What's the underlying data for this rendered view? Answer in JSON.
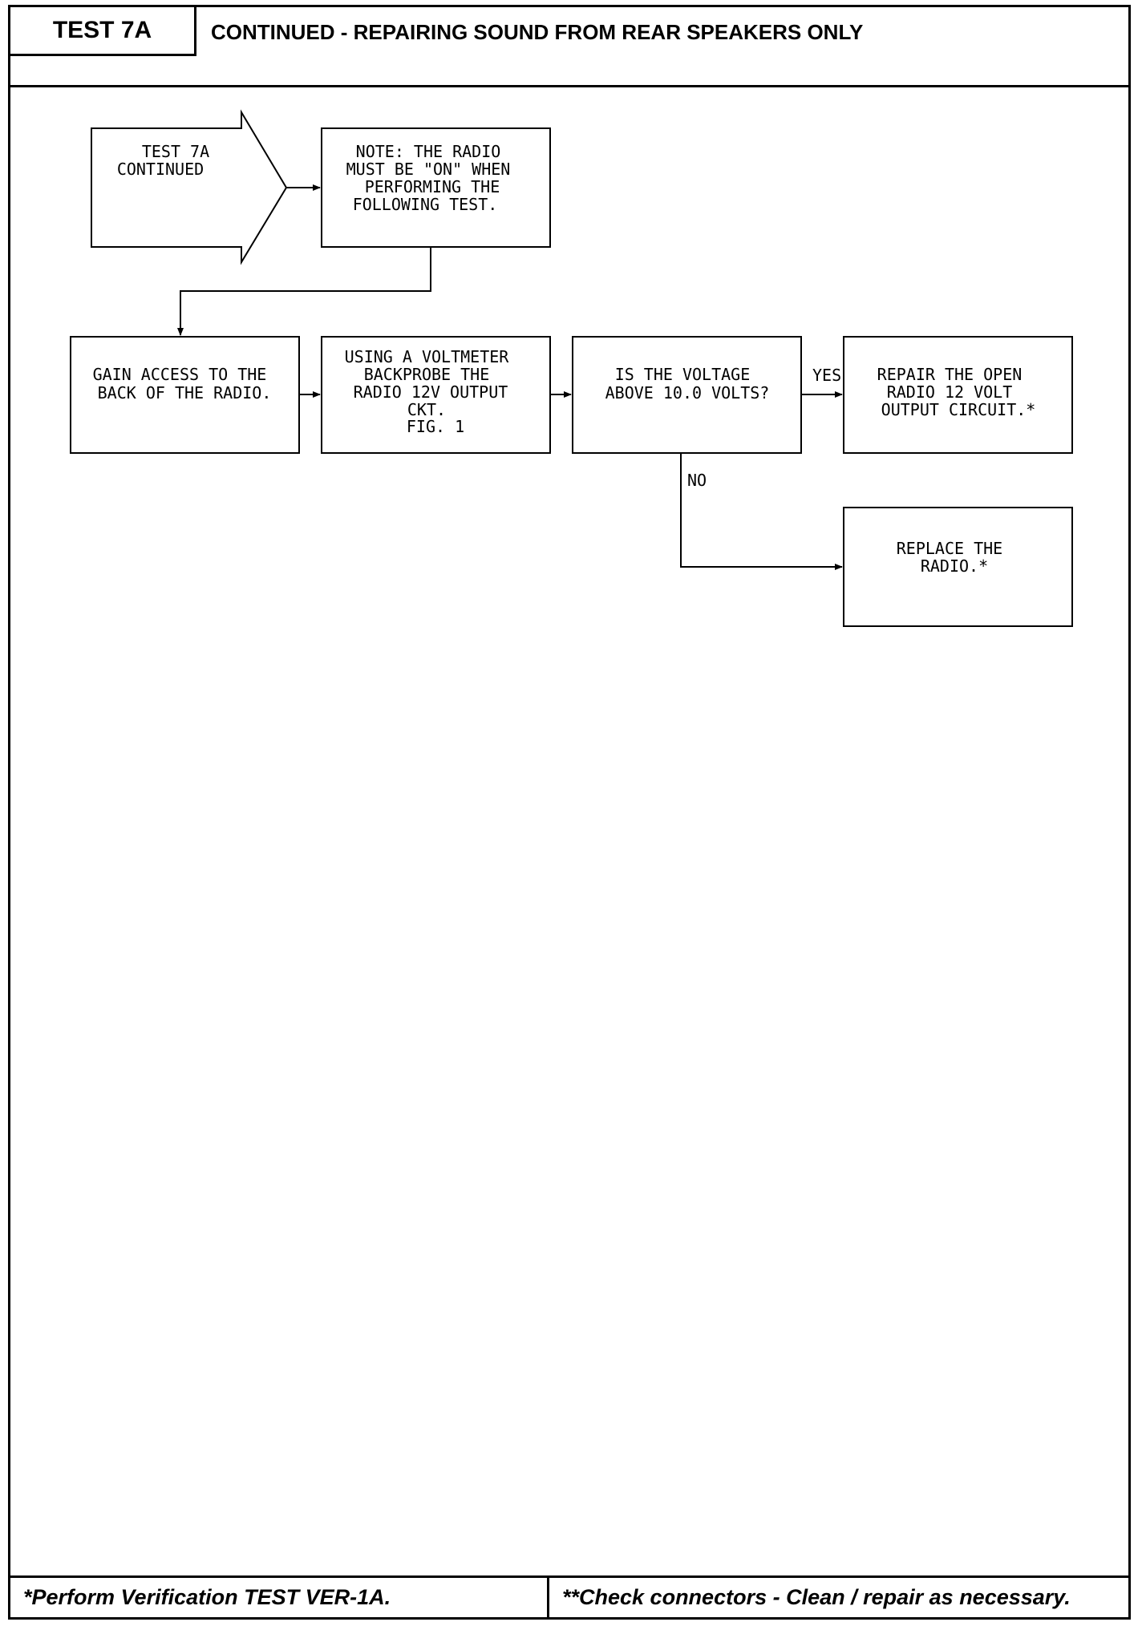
{
  "header": {
    "test_id": "TEST 7A",
    "title": "CONTINUED - REPAIRING SOUND FROM REAR SPEAKERS ONLY"
  },
  "flowchart": {
    "start": {
      "lines": [
        "TEST 7A",
        "CONTINUED"
      ]
    },
    "note": {
      "lines": [
        "NOTE: THE RADIO",
        "MUST BE \"ON\" WHEN",
        "PERFORMING THE",
        "FOLLOWING TEST."
      ]
    },
    "step_access": {
      "lines": [
        "GAIN ACCESS TO THE",
        "BACK OF THE RADIO."
      ]
    },
    "step_probe": {
      "lines": [
        "USING A VOLTMETER",
        "BACKPROBE THE",
        "RADIO 12V OUTPUT",
        "CKT.",
        "FIG. 1"
      ]
    },
    "decision": {
      "lines": [
        "IS THE VOLTAGE",
        "ABOVE 10.0 VOLTS?"
      ]
    },
    "result_yes": {
      "lines": [
        "REPAIR THE OPEN",
        "RADIO 12 VOLT",
        "OUTPUT CIRCUIT.*"
      ]
    },
    "result_no": {
      "lines": [
        "REPLACE THE",
        "RADIO.*"
      ]
    },
    "yes_label": "YES",
    "no_label": "NO"
  },
  "footer": {
    "left_note": "*Perform Verification TEST VER-1A.",
    "right_note": "**Check connectors - Clean / repair as necessary."
  }
}
